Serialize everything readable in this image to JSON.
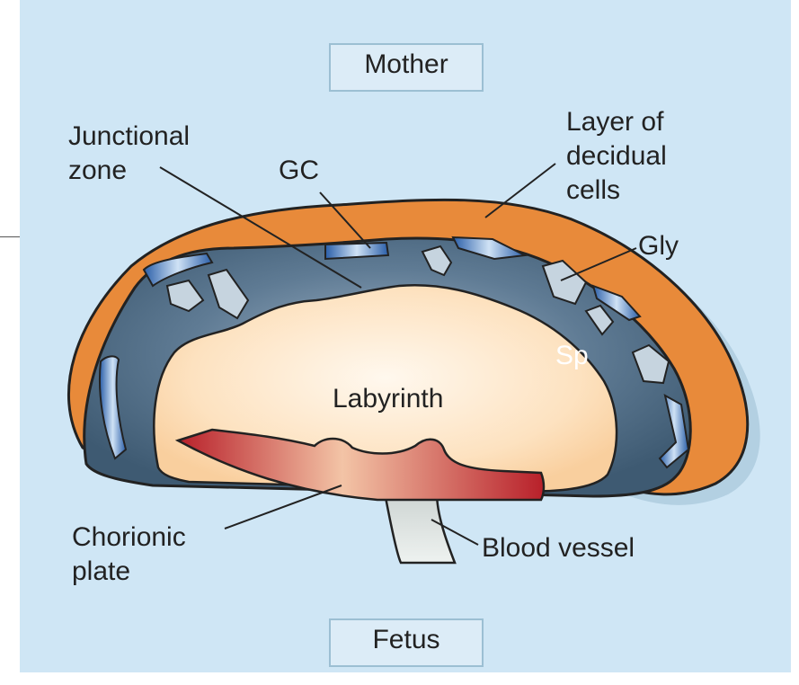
{
  "labels": {
    "mother": "Mother",
    "fetus": "Fetus",
    "junctional_zone_line1": "Junctional",
    "junctional_zone_line2": "zone",
    "gc": "GC",
    "decidual_line1": "Layer of",
    "decidual_line2": "decidual",
    "decidual_line3": "cells",
    "gly": "Gly",
    "sp": "Sp",
    "labyrinth": "Labyrinth",
    "chorionic_line1": "Chorionic",
    "chorionic_line2": "plate",
    "blood_vessel": "Blood vessel"
  },
  "colors": {
    "background": "#cfe6f5",
    "decidua": "#e88a3a",
    "junctional_zone": "#46627a",
    "labyrinth": "#fde6c8",
    "chorionic_plate": "#c0292e",
    "giant_cells": "#2f6db5",
    "glycogen_cells": "#c6d4df",
    "blood_vessel": "#d6dcdc"
  }
}
